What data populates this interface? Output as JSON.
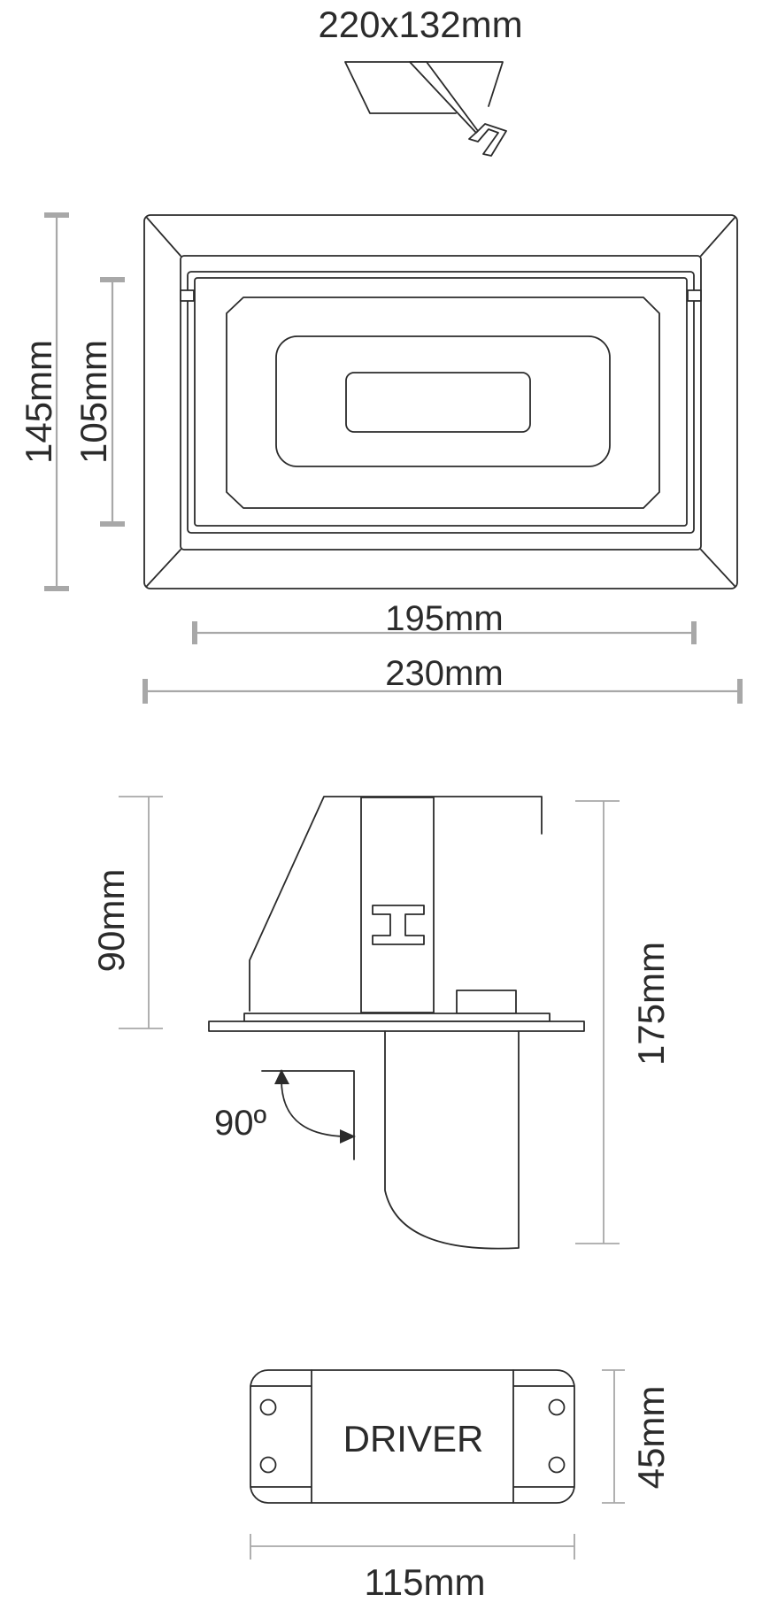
{
  "cutout_label": "220x132mm",
  "front_view": {
    "outer_height_label": "145mm",
    "inner_height_label": "105mm",
    "inner_width_label": "195mm",
    "outer_width_label": "230mm"
  },
  "side_view": {
    "height_label": "90mm",
    "total_height_label": "175mm",
    "tilt_angle_label": "90º"
  },
  "driver": {
    "name": "DRIVER",
    "height_label": "45mm",
    "width_label": "115mm"
  }
}
